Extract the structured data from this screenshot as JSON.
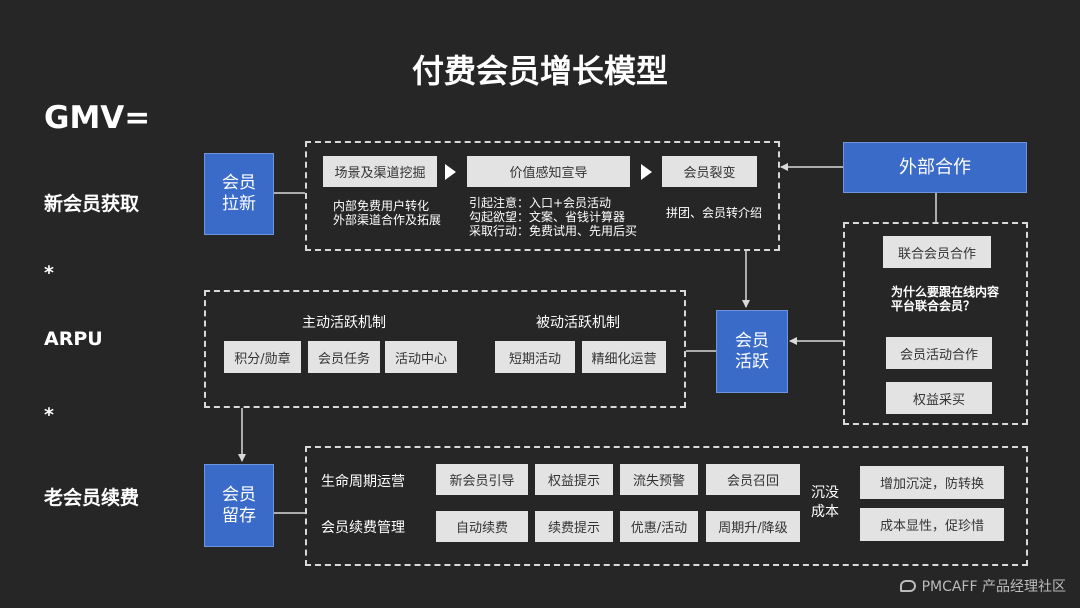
{
  "title": "付费会员增长模型",
  "formula": {
    "gmv": "GMV=",
    "new_member": "新会员获取",
    "op1": "*",
    "arpu": "ARPU",
    "op2": "*",
    "renewal": "老会员续费"
  },
  "acquisition": {
    "node": "会员\n拉新",
    "steps": [
      "场景及渠道挖掘",
      "价值感知宣导",
      "会员裂变"
    ],
    "notes": [
      "内部免费用户转化\n外部渠道合作及拓展",
      "引起注意：入口+会员活动\n勾起欲望：文案、省钱计算器\n采取行动：免费试用、先用后买",
      "拼团、会员转介绍"
    ]
  },
  "partnership": {
    "node": "外部合作",
    "items": [
      "联合会员合作",
      "会员活动合作",
      "权益采买"
    ],
    "note": "为什么要跟在线内容\n平台联合会员？"
  },
  "activity": {
    "node": "会员\n活跃",
    "active_title": "主动活跃机制",
    "passive_title": "被动活跃机制",
    "active_items": [
      "积分/勋章",
      "会员任务",
      "活动中心"
    ],
    "passive_items": [
      "短期活动",
      "精细化运营"
    ]
  },
  "retention": {
    "node": "会员\n留存",
    "lifecycle_label": "生命周期运营",
    "lifecycle_items": [
      "新会员引导",
      "权益提示",
      "流失预警",
      "会员召回"
    ],
    "renewal_label": "会员续费管理",
    "renewal_items": [
      "自动续费",
      "续费提示",
      "优惠/活动",
      "周期升/降级"
    ],
    "sunk_cost": "沉没\n成本",
    "outcomes": [
      "增加沉淀，防转换",
      "成本显性，促珍惜"
    ]
  },
  "watermark": "PMCAFF 产品经理社区"
}
